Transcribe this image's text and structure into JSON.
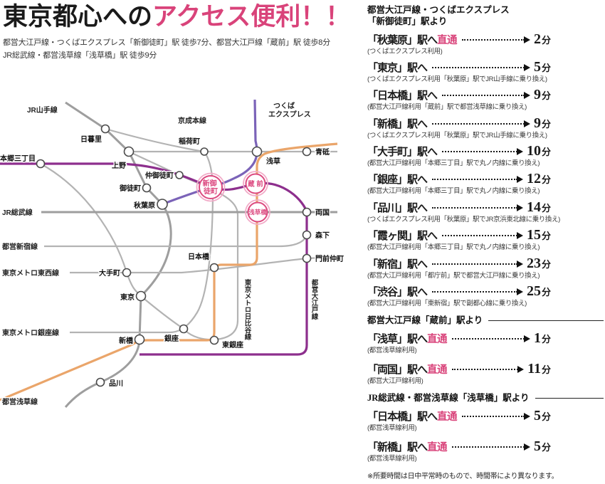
{
  "title": {
    "prefix": "東京都心への",
    "accent": "アクセス便利！！"
  },
  "subtitle": [
    "都営大江戸線・つくばエクスプレス「新御徒町」駅 徒歩7分、都営大江戸線「蔵前」駅 徒歩8分",
    "JR総武線・都営浅草線「浅草橋」駅 徒歩9分"
  ],
  "colors": {
    "accent_pink": "#d9437a",
    "oedo_line": "#8d2f8d",
    "asakusa_line": "#eaa56a",
    "tx_line": "#7b63b8",
    "jr_line": "#9e9e9e"
  },
  "map": {
    "line_labels": {
      "yamanote": "JR山手線",
      "keisei": "京成本線",
      "tx1": "つくば",
      "tx2": "エクスプレス",
      "sobu": "JR総武線",
      "shinjuku": "都営新宿線",
      "tozai": "東京メトロ東西線",
      "ginza": "東京メトロ銀座線",
      "asakusa": "都営浅草線",
      "oedo": "都営大江戸線",
      "hibiya": "東京メトロ日比谷線"
    },
    "stations": {
      "nippori": "日暮里",
      "ueno": "上野",
      "inaricho": "稲荷町",
      "asakusa": "浅草",
      "aoto": "青砥",
      "hongo3": "本郷三丁目",
      "nakaokachimachi": "仲御徒町",
      "okachimachi": "御徒町",
      "akihabara": "秋葉原",
      "ryogoku": "両国",
      "morishita": "森下",
      "monzennakacho": "門前仲町",
      "nihombashi": "日本橋",
      "otemachi": "大手町",
      "tokyo": "東京",
      "ginza": "銀座",
      "shimbashi": "新橋",
      "higashiginza": "東銀座",
      "shinagawa": "品川"
    },
    "highlights": {
      "shinokachimachi": {
        "line1": "新御",
        "line2": "徒町"
      },
      "kuramae": {
        "line1": "蔵 前"
      },
      "asakusabashi": {
        "line1": "浅草橋"
      }
    }
  },
  "access": {
    "sections": [
      {
        "header_lines": [
          "都営大江戸線・つくばエクスプレス",
          "「新御徒町」駅より"
        ],
        "rule": false,
        "entries": [
          {
            "station": "「秋葉原」駅へ",
            "direct": "直通",
            "time": "2",
            "unit": "分",
            "note": "(つくばエクスプレス利用)"
          },
          {
            "station": "「東京」駅へ",
            "direct": "",
            "time": "5",
            "unit": "分",
            "note": "(つくばエクスプレス利用「秋葉原」駅でJR山手線に乗り換え)"
          },
          {
            "station": "「日本橋」駅へ",
            "direct": "",
            "time": "9",
            "unit": "分",
            "note": "(都営大江戸線利用「蔵前」駅で都営浅草線に乗り換え)"
          },
          {
            "station": "「新橋」駅へ",
            "direct": "",
            "time": "9",
            "unit": "分",
            "note": "(つくばエクスプレス利用「秋葉原」駅でJR山手線に乗り換え)"
          },
          {
            "station": "「大手町」駅へ",
            "direct": "",
            "time": "10",
            "unit": "分",
            "note": "(都営大江戸線利用「本郷三丁目」駅で丸ノ内線に乗り換え)"
          },
          {
            "station": "「銀座」駅へ",
            "direct": "",
            "time": "12",
            "unit": "分",
            "note": "(都営大江戸線利用「本郷三丁目」駅で丸ノ内線に乗り換え)"
          },
          {
            "station": "「品川」駅へ",
            "direct": "",
            "time": "14",
            "unit": "分",
            "note": "(つくばエクスプレス利用「秋葉原」駅でJR京浜東北線に乗り換え)"
          },
          {
            "station": "「霞ヶ関」駅へ",
            "direct": "",
            "time": "15",
            "unit": "分",
            "note": "(都営大江戸線利用「本郷三丁目」駅で丸ノ内線に乗り換え)"
          },
          {
            "station": "「新宿」駅へ",
            "direct": "",
            "time": "23",
            "unit": "分",
            "note": "(都営大江戸線利用「都庁前」駅で都営大江戸線に乗り換え)"
          },
          {
            "station": "「渋谷」駅へ",
            "direct": "",
            "time": "25",
            "unit": "分",
            "note": "(都営大江戸線利用「東新宿」駅で副都心線に乗り換え)"
          }
        ]
      },
      {
        "header_lines": [
          "都営大江戸線「蔵前」駅より"
        ],
        "rule": true,
        "entries": [
          {
            "station": "「浅草」駅へ",
            "direct": "直通",
            "time": "1",
            "unit": "分",
            "note": "(都営浅草線利用)"
          },
          {
            "station": "「両国」駅へ",
            "direct": "直通",
            "time": "11",
            "unit": "分",
            "note": "(都営大江戸線利用)"
          }
        ]
      },
      {
        "header_lines": [
          "JR総武線・都営浅草線「浅草橋」駅より"
        ],
        "rule": true,
        "entries": [
          {
            "station": "「日本橋」駅へ",
            "direct": "直通",
            "time": "5",
            "unit": "分",
            "note": "(都営浅草線利用)"
          },
          {
            "station": "「新橋」駅へ",
            "direct": "直通",
            "time": "5",
            "unit": "分",
            "note": "(都営浅草線利用)"
          }
        ]
      }
    ],
    "footnote": "※所要時間は日中平常時のもので、時間帯により異なります。"
  }
}
